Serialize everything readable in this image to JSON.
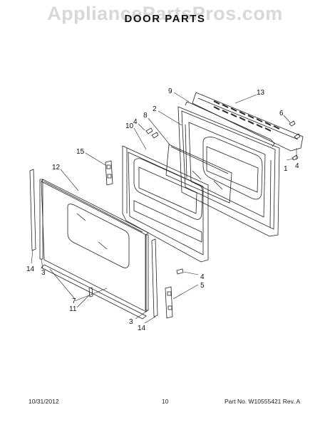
{
  "watermark": "AppliancePartsPros.com",
  "title": "DOOR PARTS",
  "callouts": [
    "13",
    "9",
    "6",
    "2",
    "8",
    "4",
    "10",
    "1",
    "4",
    "15",
    "12",
    "14",
    "3",
    "7",
    "11",
    "4",
    "5",
    "3",
    "14"
  ],
  "footer": {
    "date": "10/31/2012",
    "page": "10",
    "part_rev": "Part No.  W10555421   Rev.  A"
  },
  "colors": {
    "line": "#222222",
    "watermark": "#d8d8d8"
  }
}
